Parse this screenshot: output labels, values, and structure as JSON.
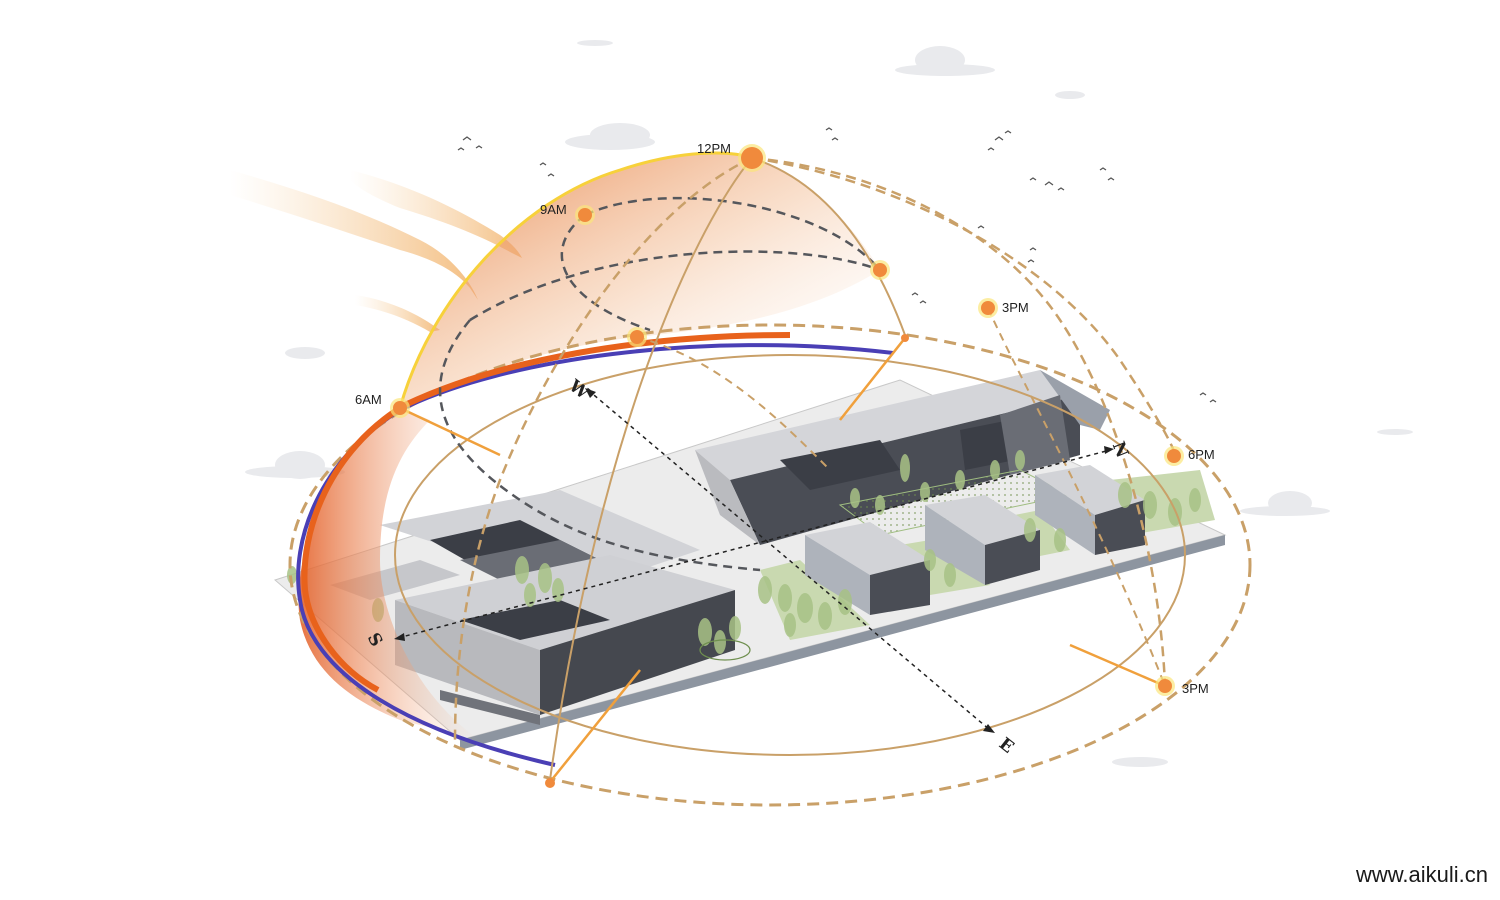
{
  "time_labels": {
    "t6am": "6AM",
    "t9am": "9AM",
    "t12pm": "12PM",
    "t3pm_upper": "3PM",
    "t6pm": "6PM",
    "t3pm_lower": "3PM"
  },
  "directions": {
    "west": "W",
    "south": "S",
    "east": "E",
    "north": "N"
  },
  "watermark": "www.aikuli.cn",
  "colors": {
    "sun": "#f08a3c",
    "sun_glow": "#fbe67a",
    "path_orange": "#e8621c",
    "path_blue": "#4a3fb5",
    "orbit": "#c9a068",
    "shadow_building": "#4a4d55",
    "roof_building": "#d7d8dc",
    "greenery": "#a9c48c"
  }
}
